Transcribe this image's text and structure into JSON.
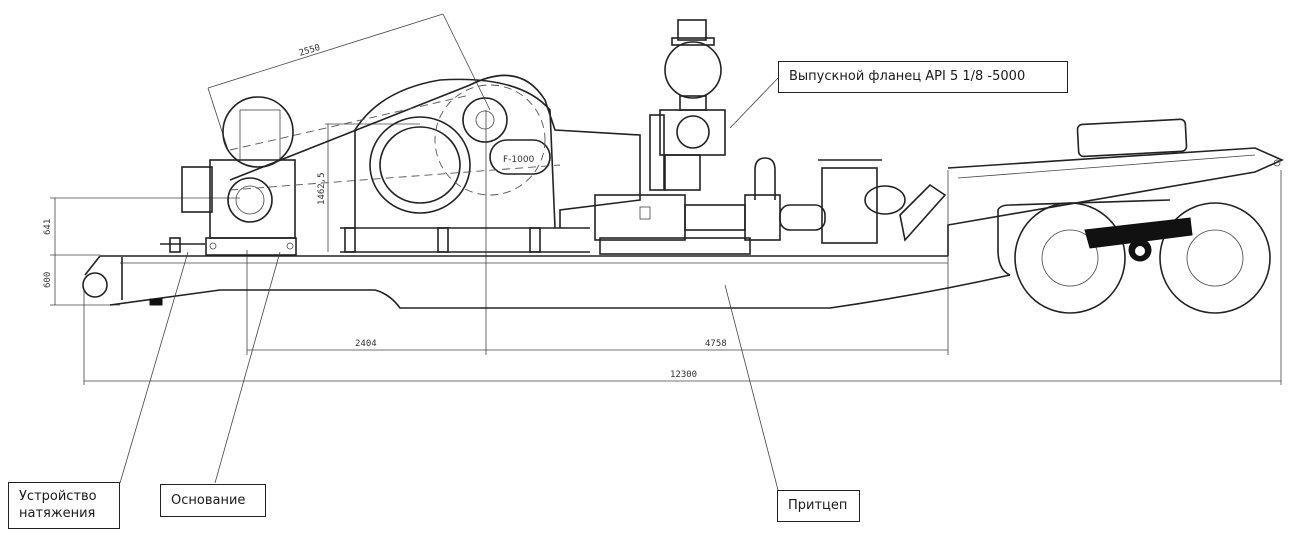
{
  "diagram": {
    "subject": "Drilling mud pump unit F-1000 on trailer (side view)",
    "model_label": "F-1000",
    "dimensions": {
      "skid_length_diag": "2550",
      "height_pump": "1462,5",
      "height_base": "641",
      "height_trailer": "600",
      "offset_left": "2404",
      "offset_right": "4758",
      "overall_length": "12300"
    },
    "callouts": {
      "outlet_flange": "Выпускной фланец API 5 1/8 -5000",
      "tensioner_line1": "Устройство",
      "tensioner_line2": "натяжения",
      "base": "Основание",
      "trailer": "Притцеп"
    }
  }
}
